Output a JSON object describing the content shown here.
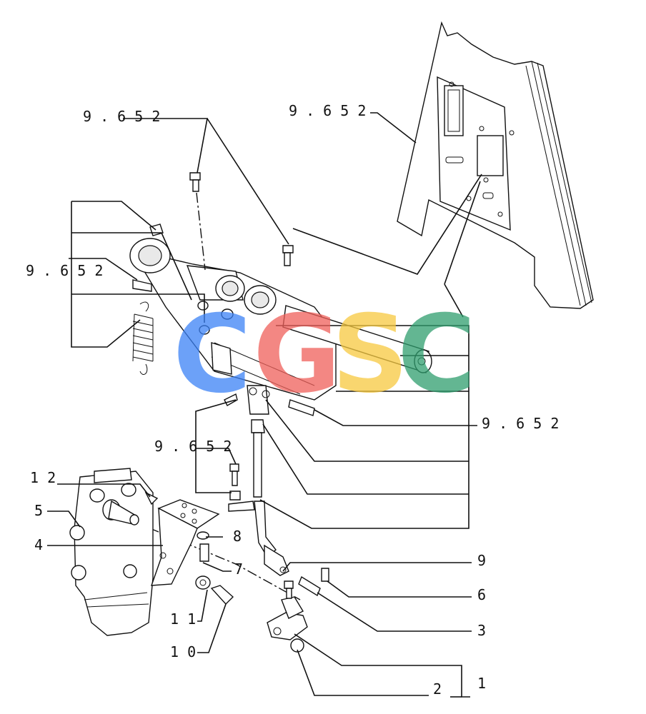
{
  "figure": {
    "ref_labels": {
      "top_left": "9 . 6 5 2",
      "top_right": "9 . 6 5 2",
      "left_middle": "9 . 6 5 2",
      "right_middle": "9 . 6 5 2",
      "center_lower": "9 . 6 5 2"
    },
    "part_numbers": {
      "p1": "1",
      "p2": "2",
      "p3": "3",
      "p4": "4",
      "p5": "5",
      "p6": "6",
      "p7": "7",
      "p8": "8",
      "p9": "9",
      "p10": "1 0",
      "p11": "1 1",
      "p12": "1 2"
    }
  },
  "watermark": {
    "letters": [
      "C",
      "G",
      "S",
      "C"
    ],
    "colors": [
      "#3b82f6",
      "#f0605a",
      "#f7c940",
      "#2f9e6e"
    ]
  }
}
